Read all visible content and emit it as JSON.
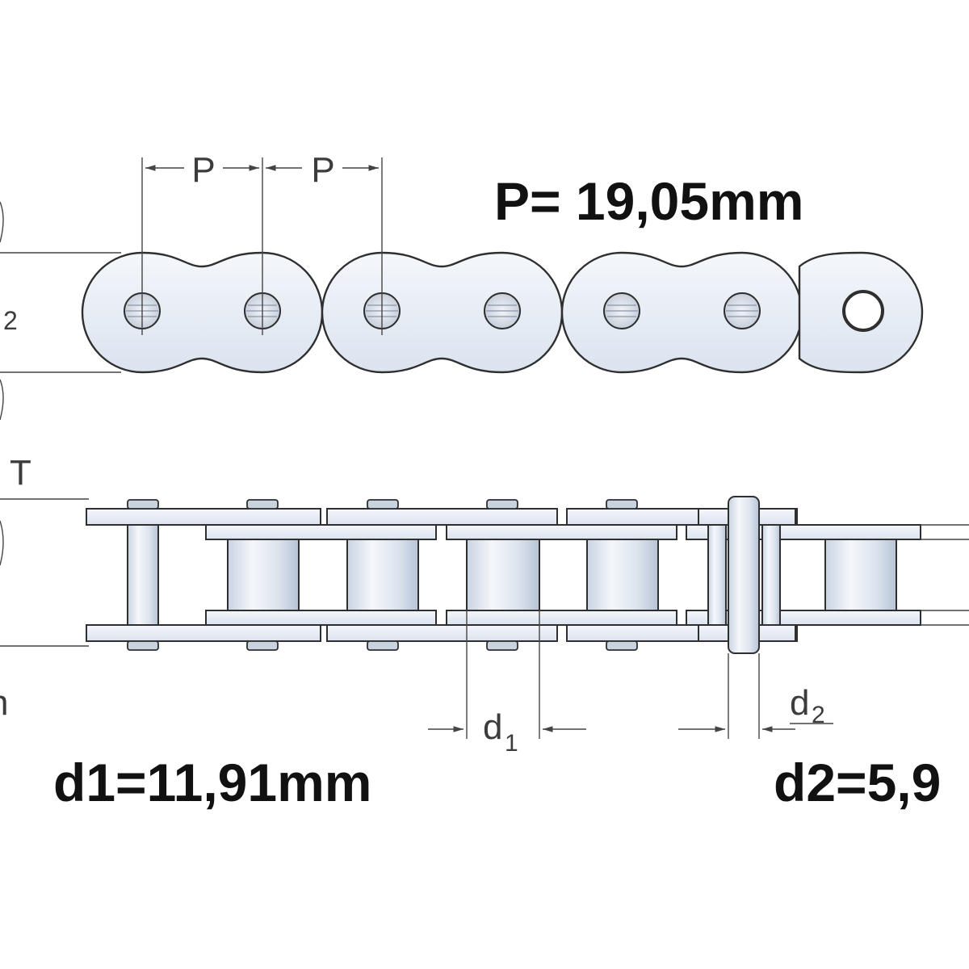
{
  "labels": {
    "pitch_marker_1": "P",
    "pitch_marker_2": "P",
    "pitch_value": "P= 19,05mm",
    "left_partial_b2": "2",
    "left_partial_T": "T",
    "left_partial_h": "h",
    "roller_dia_letter": "d",
    "roller_dia_sub": "1",
    "pin_dia_letter": "d",
    "pin_dia_sub": "2",
    "roller_dia_value": "d1=11,91mm",
    "pin_dia_value": "d2=5,9"
  },
  "colors": {
    "plate_fill": "#e6ecf5",
    "plate_light": "#f3f6fb",
    "roller_mid": "#d8e0ec",
    "outline": "#2f2f2f",
    "text": "#111111"
  }
}
